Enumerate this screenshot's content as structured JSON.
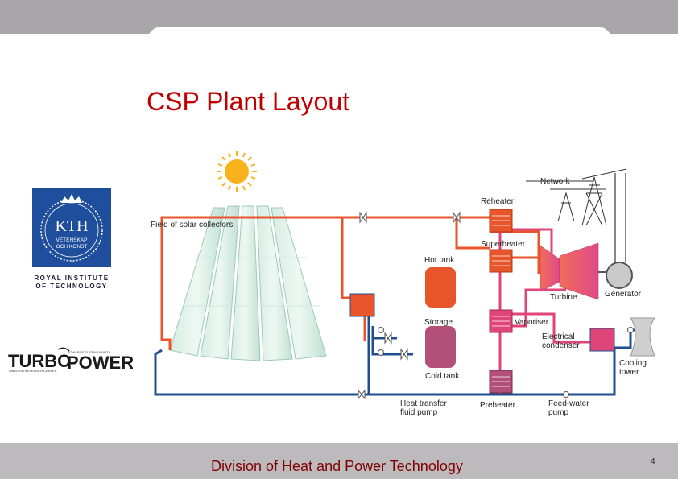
{
  "slide": {
    "title": "CSP Plant Layout",
    "footer": "Division of Heat and Power Technology",
    "page_number": "4"
  },
  "logos": {
    "kth": {
      "text": "KTH",
      "sub1": "VETENSKAP",
      "sub2": "OCH KONST",
      "caption1": "ROYAL INSTITUTE",
      "caption2": "OF TECHNOLOGY"
    },
    "turbopower": {
      "word1": "TURBO",
      "word2": "POWER",
      "small1": "SWEDISH RESEARCH CENTER",
      "small2": "TOWARDS SUSTAINABILITY"
    }
  },
  "diagram": {
    "labels": {
      "field": "Field of solar collectors",
      "network": "Network",
      "reheater": "Reheater",
      "superheater": "Superheater",
      "hot_tank": "Hot tank",
      "storage": "Storage",
      "cold_tank": "Cold tank",
      "turbine": "Turbine",
      "generator": "Generator",
      "vaporiser": "Vaporiser",
      "condenser": "Electrical condenser",
      "cooling": "Cooling tower",
      "htf_pump": "Heat transfer fluid pump",
      "preheater": "Preheater",
      "feed_pump": "Feed-water pump"
    },
    "colors": {
      "hot_pipe": "#e8552a",
      "cold_pipe": "#1f4f8f",
      "steam_pipe": "#e0457a",
      "hot_tank": "#e8552a",
      "cold_tank": "#b2507a",
      "kth_blue": "#1f4e9c",
      "sun": "#f7b21c"
    }
  }
}
